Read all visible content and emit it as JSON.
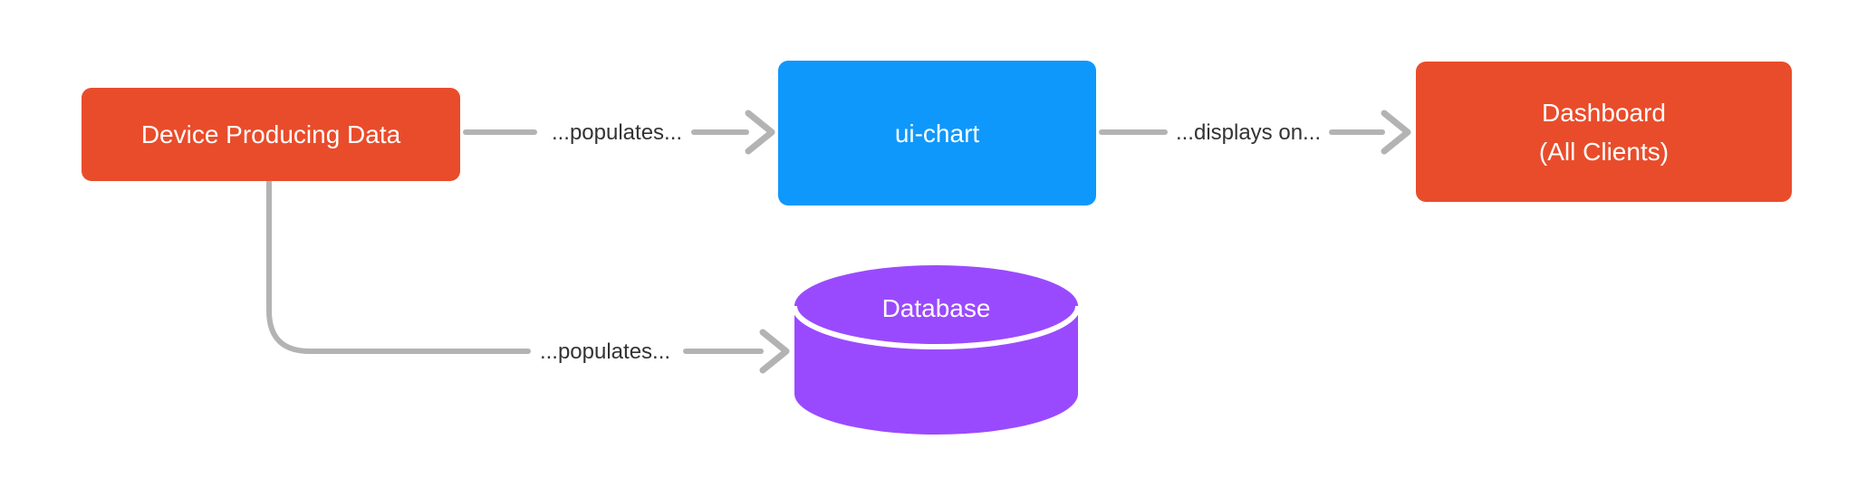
{
  "diagram": {
    "type": "flowchart",
    "background_color": "#ffffff",
    "nodes": {
      "device": {
        "label": "Device Producing Data",
        "shape": "rounded-rect",
        "fill_color": "#E94C2B",
        "text_color": "#ffffff"
      },
      "ui_chart": {
        "label": "ui-chart",
        "shape": "rounded-rect",
        "fill_color": "#0F98FC",
        "text_color": "#ffffff"
      },
      "dashboard": {
        "label": "Dashboard\n(All Clients)",
        "shape": "rounded-rect",
        "fill_color": "#E94C2B",
        "text_color": "#ffffff"
      },
      "database": {
        "label": "Database",
        "shape": "cylinder",
        "fill_color": "#9A4AFE",
        "text_color": "#ffffff"
      }
    },
    "edges": [
      {
        "from": "device",
        "to": "ui_chart",
        "label": "...populates..."
      },
      {
        "from": "ui_chart",
        "to": "dashboard",
        "label": "...displays on..."
      },
      {
        "from": "device",
        "to": "database",
        "label": "...populates..."
      }
    ],
    "edge_line_color": "#B3B3B3",
    "edge_label_color": "#333333"
  }
}
